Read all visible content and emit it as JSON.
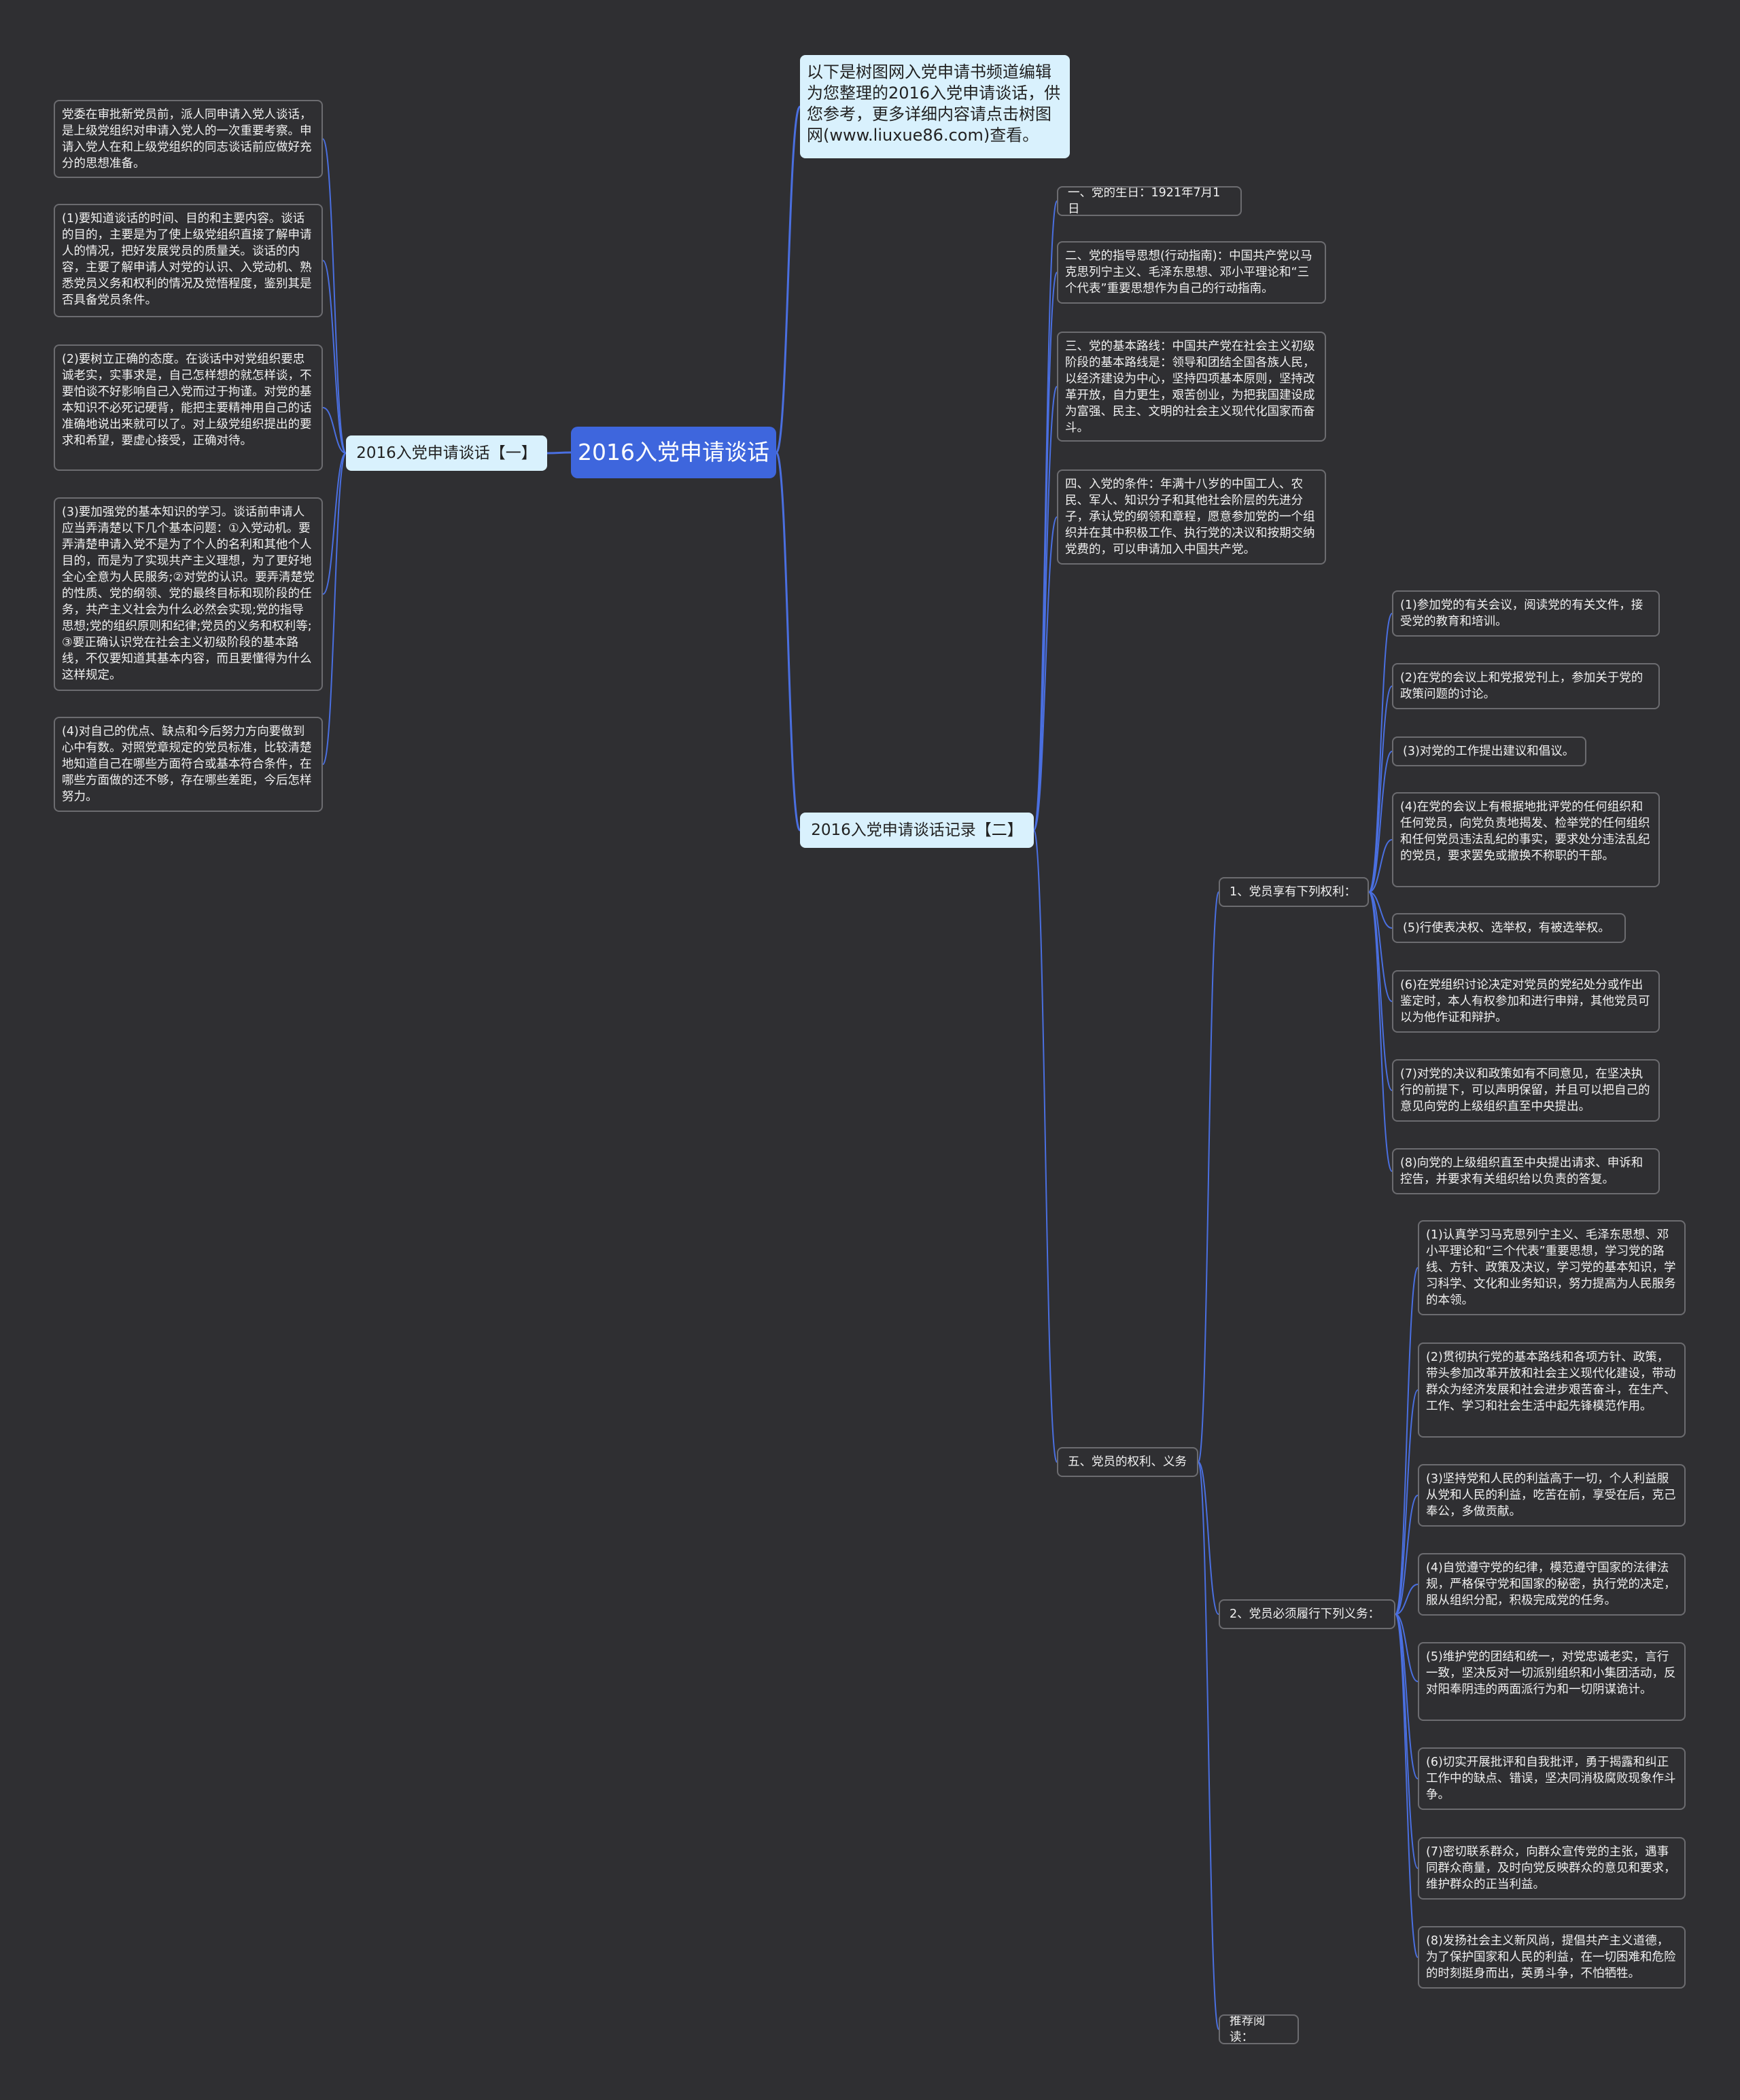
{
  "colors": {
    "background": "#2f2f32",
    "link": "#4a6fe0",
    "root_fill": "#3e66dd",
    "branch_fill": "#d9f1fd",
    "node_border": "#6c6c70"
  },
  "root": {
    "label": "2016入党申请谈话"
  },
  "intro": {
    "text": "以下是树图网入党申请书频道编辑为您整理的2016入党申请谈话，供您参考，更多详细内容请点击树图网(www.liuxue86.com)查看。"
  },
  "branch_one": {
    "label": "2016入党申请谈话【一】",
    "items": [
      "党委在审批新党员前，派人同申请入党人谈话，是上级党组织对申请入党人的一次重要考察。申请入党人在和上级党组织的同志谈话前应做好充分的思想准备。",
      "(1)要知道谈话的时间、目的和主要内容。谈话的目的，主要是为了使上级党组织直接了解申请人的情况，把好发展党员的质量关。谈话的内容，主要了解申请人对党的认识、入党动机、熟悉党员义务和权利的情况及觉悟程度，鉴别其是否具备党员条件。",
      "(2)要树立正确的态度。在谈话中对党组织要忠诚老实，实事求是，自己怎样想的就怎样谈，不要怕谈不好影响自己入党而过于拘谨。对党的基本知识不必死记硬背，能把主要精神用自己的话准确地说出来就可以了。对上级党组织提出的要求和希望，要虚心接受，正确对待。",
      "(3)要加强党的基本知识的学习。谈话前申请人应当弄清楚以下几个基本问题：①入党动机。要弄清楚申请入党不是为了个人的名利和其他个人目的，而是为了实现共产主义理想，为了更好地全心全意为人民服务;②对党的认识。要弄清楚党的性质、党的纲领、党的最终目标和现阶段的任务，共产主义社会为什么必然会实现;党的指导思想;党的组织原则和纪律;党员的义务和权利等;③要正确认识党在社会主义初级阶段的基本路线，不仅要知道其基本内容，而且要懂得为什么这样规定。",
      "(4)对自己的优点、缺点和今后努力方向要做到心中有数。对照党章规定的党员标准，比较清楚地知道自己在哪些方面符合或基本符合条件，在哪些方面做的还不够，存在哪些差距，今后怎样努力。"
    ]
  },
  "branch_two": {
    "label": "2016入党申请谈话记录【二】",
    "items": [
      "一、党的生日：1921年7月1日",
      "二、党的指导思想(行动指南)：中国共产党以马克思列宁主义、毛泽东思想、邓小平理论和“三个代表”重要思想作为自己的行动指南。",
      "三、党的基本路线：中国共产党在社会主义初级阶段的基本路线是：领导和团结全国各族人民，以经济建设为中心，坚持四项基本原则，坚持改革开放，自力更生，艰苦创业，为把我国建设成为富强、民主、文明的社会主义现代化国家而奋斗。",
      "四、入党的条件：年满十八岁的中国工人、农民、军人、知识分子和其他社会阶层的先进分子，承认党的纲领和章程，愿意参加党的一个组织并在其中积极工作、执行党的决议和按期交纳党费的，可以申请加入中国共产党。"
    ],
    "section_five": {
      "label": "五、党员的权利、义务",
      "rights": {
        "label": "1、党员享有下列权利：",
        "items": [
          "(1)参加党的有关会议，阅读党的有关文件，接受党的教育和培训。",
          "(2)在党的会议上和党报党刊上，参加关于党的政策问题的讨论。",
          "(3)对党的工作提出建议和倡议。",
          "(4)在党的会议上有根据地批评党的任何组织和任何党员，向党负责地揭发、检举党的任何组织和任何党员违法乱纪的事实，要求处分违法乱纪的党员，要求罢免或撤换不称职的干部。",
          "(5)行使表决权、选举权，有被选举权。",
          "(6)在党组织讨论决定对党员的党纪处分或作出鉴定时，本人有权参加和进行申辩，其他党员可以为他作证和辩护。",
          "(7)对党的决议和政策如有不同意见，在坚决执行的前提下，可以声明保留，并且可以把自己的意见向党的上级组织直至中央提出。",
          "(8)向党的上级组织直至中央提出请求、申诉和控告，并要求有关组织给以负责的答复。"
        ]
      },
      "duties": {
        "label": "2、党员必须履行下列义务：",
        "items": [
          "(1)认真学习马克思列宁主义、毛泽东思想、邓小平理论和“三个代表”重要思想，学习党的路线、方针、政策及决议，学习党的基本知识，学习科学、文化和业务知识，努力提高为人民服务的本领。",
          "(2)贯彻执行党的基本路线和各项方针、政策，带头参加改革开放和社会主义现代化建设，带动群众为经济发展和社会进步艰苦奋斗，在生产、工作、学习和社会生活中起先锋模范作用。",
          "(3)坚持党和人民的利益高于一切，个人利益服从党和人民的利益，吃苦在前，享受在后，克己奉公，多做贡献。",
          "(4)自觉遵守党的纪律，模范遵守国家的法律法规，严格保守党和国家的秘密，执行党的决定，服从组织分配，积极完成党的任务。",
          "(5)维护党的团结和统一，对党忠诚老实，言行一致，坚决反对一切派别组织和小集团活动，反对阳奉阴违的两面派行为和一切阴谋诡计。",
          "(6)切实开展批评和自我批评，勇于揭露和纠正工作中的缺点、错误，坚决同消极腐败现象作斗争。",
          "(7)密切联系群众，向群众宣传党的主张，遇事同群众商量，及时向党反映群众的意见和要求，维护群众的正当利益。",
          "(8)发扬社会主义新风尚，提倡共产主义道德，为了保护国家和人民的利益，在一切困难和危险的时刻挺身而出，英勇斗争，不怕牺牲。"
        ]
      },
      "recommend": {
        "label": "推荐阅读："
      }
    }
  }
}
